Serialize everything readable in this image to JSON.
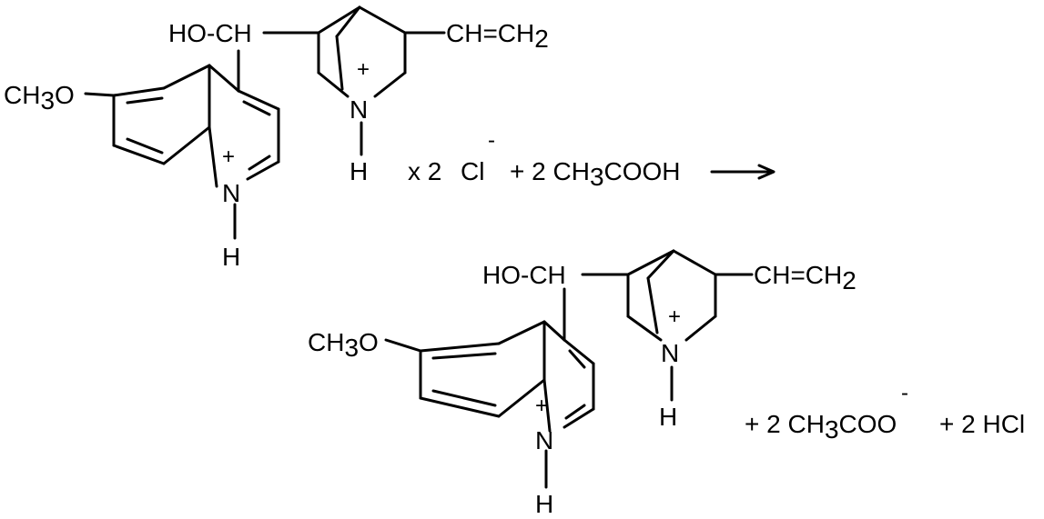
{
  "reactant": {
    "methoxy": "CH3O",
    "hydroxymethine": "HO-CH",
    "vinyl": "CH=CH2",
    "ring_n": "N",
    "ring_h": "H",
    "ring_charge": "+",
    "quin_n": "N",
    "quin_h": "H",
    "quin_charge": "+"
  },
  "reagents": {
    "multiplier": "x 2",
    "chloride": "Cl",
    "chloride_charge": "-",
    "acid": "+ 2 CH3COOH"
  },
  "product": {
    "methoxy": "CH3O",
    "hydroxymethine": "HO-CH",
    "vinyl": "CH=CH2",
    "ring_n": "N",
    "ring_h": "H",
    "ring_charge": "+",
    "quin_n": "N",
    "quin_h": "H",
    "quin_charge": "+"
  },
  "byproducts": {
    "acetate": "+ 2 CH3COO",
    "acetate_charge": "-",
    "hcl": "+ 2 HCl"
  }
}
